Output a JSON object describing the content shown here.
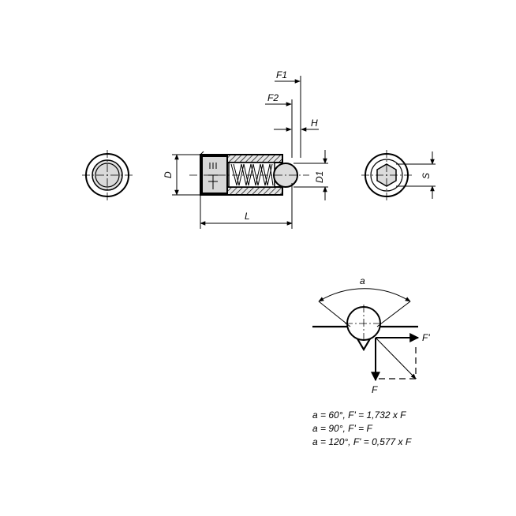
{
  "labels": {
    "f1": "F1",
    "f2": "F2",
    "h": "H",
    "d": "D",
    "d1": "D1",
    "l": "L",
    "s": "S",
    "a": "a",
    "f_prime": "F'",
    "f": "F"
  },
  "formulas": [
    "a = 60°, F' = 1,732 x F",
    "a = 90°, F' = F",
    "a = 120°, F' = 0,577 x F"
  ]
}
